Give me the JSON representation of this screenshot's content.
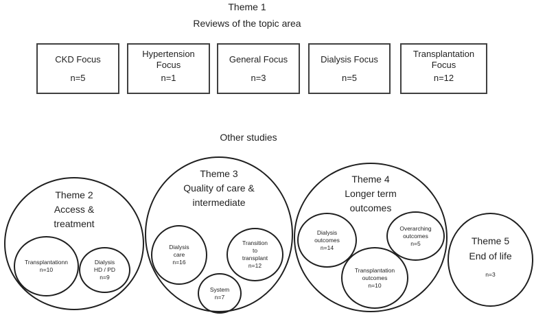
{
  "header": {
    "title": "Theme 1",
    "subtitle": "Reviews of the topic area"
  },
  "review_boxes": [
    {
      "label": "CKD Focus",
      "count": "n=5"
    },
    {
      "label": "Hypertension Focus",
      "count": "n=1"
    },
    {
      "label": "General Focus",
      "count": "n=3"
    },
    {
      "label": "Dialysis Focus",
      "count": "n=5"
    },
    {
      "label": "Transplantation Focus",
      "count": "n=12"
    }
  ],
  "other_studies": {
    "label": "Other studies"
  },
  "themes": [
    {
      "name": "Theme 2",
      "title_lines": [
        "Theme 2",
        "Access &",
        "treatment"
      ],
      "subcircles": [
        {
          "lines": [
            "Transplantationn",
            "n=10"
          ]
        },
        {
          "lines": [
            "Dialysis",
            "HD / PD",
            "n=9"
          ]
        }
      ]
    },
    {
      "name": "Theme 3",
      "title_lines": [
        "Theme 3",
        "Quality of care &",
        "intermediate"
      ],
      "subcircles": [
        {
          "lines": [
            "Dialysis",
            "care",
            "n=16"
          ]
        },
        {
          "lines": [
            "Transition",
            "to",
            "transplant",
            "n=12"
          ]
        },
        {
          "lines": [
            "System",
            "n=7"
          ]
        }
      ]
    },
    {
      "name": "Theme 4",
      "title_lines": [
        "Theme 4",
        "Longer term",
        "outcomes"
      ],
      "subcircles": [
        {
          "lines": [
            "Dialysis",
            "outcomes",
            "n=14"
          ]
        },
        {
          "lines": [
            "Overarching",
            "outcomes",
            "n=5"
          ]
        },
        {
          "lines": [
            "Transplantation",
            "outcomes",
            "n=10"
          ]
        }
      ]
    },
    {
      "name": "Theme 5",
      "title_lines": [
        "Theme 5",
        "End of life"
      ],
      "count": "n=3"
    }
  ],
  "colors": {
    "background": "#ffffff",
    "line": "#1f1f1f",
    "box_border": "#3f3f3f",
    "text": "#1f1f1f"
  }
}
